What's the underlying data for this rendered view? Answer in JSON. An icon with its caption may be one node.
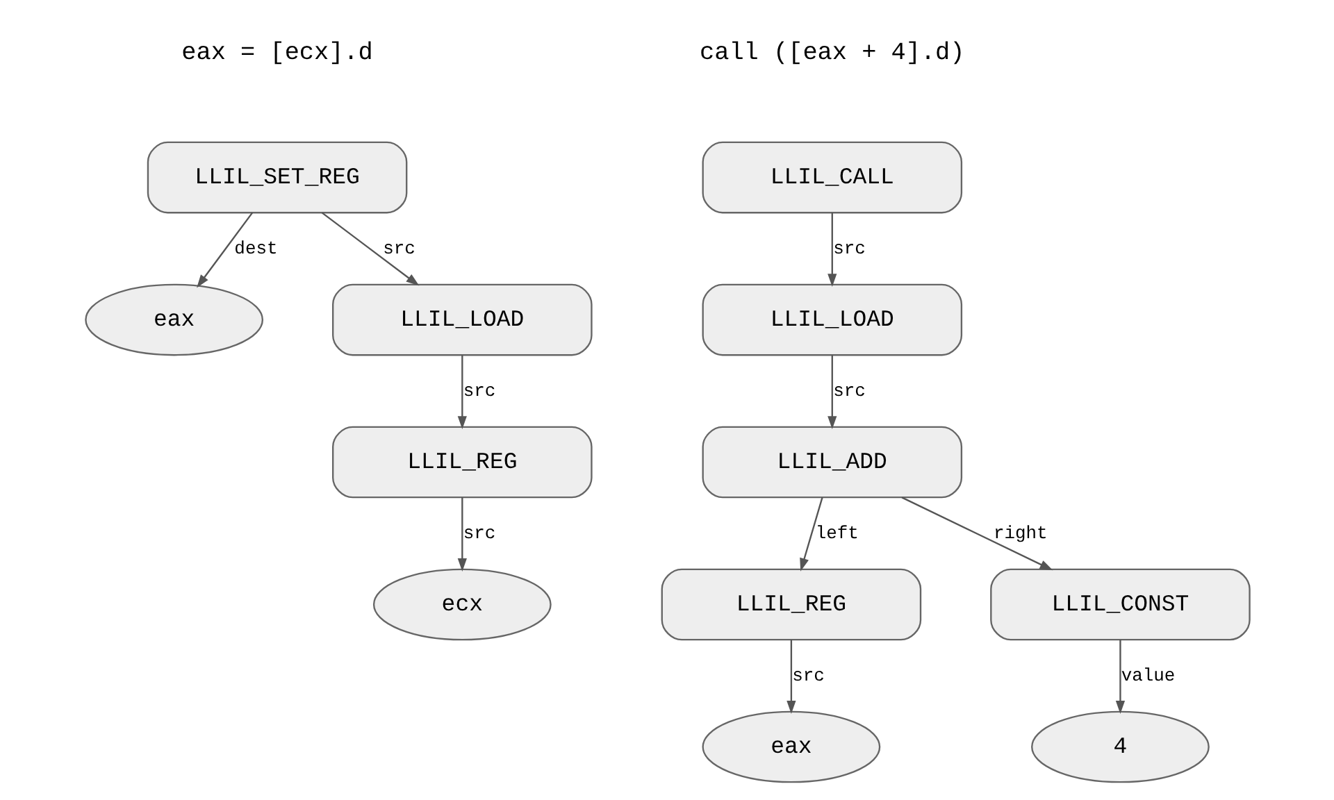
{
  "diagram": {
    "nodes": [
      {
        "text": [
          "LLIL_SET_REG"
        ]
      },
      {
        "text": [
          "eax"
        ]
      },
      {
        "text": [
          "LLIL_LOAD"
        ]
      },
      {
        "text": [
          "LLIL_REG"
        ]
      },
      {
        "text": [
          "ecx"
        ]
      },
      {
        "text": [
          "LLIL_CALL"
        ]
      },
      {
        "text": [
          "LLIL_LOAD"
        ]
      },
      {
        "text": [
          "LLIL_ADD"
        ]
      },
      {
        "text": [
          "LLIL_REG"
        ]
      },
      {
        "text": [
          "LLIL_CONST"
        ]
      },
      {
        "text": [
          "eax"
        ]
      },
      {
        "text": [
          "4"
        ]
      }
    ],
    "edges": [
      {
        "from": 0,
        "to": 1,
        "arrow": "to",
        "label": "dest"
      },
      {
        "from": 0,
        "to": 2,
        "arrow": "to",
        "label": "src"
      },
      {
        "from": 2,
        "to": 3,
        "arrow": "to",
        "label": "src"
      },
      {
        "from": 3,
        "to": 4,
        "arrow": "to",
        "label": "src"
      },
      {
        "from": 5,
        "to": 6,
        "arrow": "to",
        "label": "src"
      },
      {
        "from": 6,
        "to": 7,
        "arrow": "to",
        "label": "src"
      },
      {
        "from": 7,
        "to": 8,
        "arrow": "to",
        "label": "left"
      },
      {
        "from": 7,
        "to": 9,
        "arrow": "to",
        "label": "right"
      },
      {
        "from": 8,
        "to": 10,
        "arrow": "to",
        "label": "src"
      },
      {
        "from": 9,
        "to": 11,
        "arrow": "to",
        "label": "value"
      }
    ],
    "labels": [
      "eax = [ecx].d",
      "call ([eax + 4].d)"
    ]
  }
}
